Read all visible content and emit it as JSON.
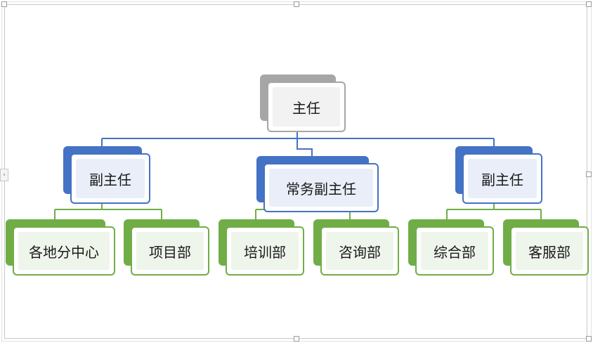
{
  "colors": {
    "gray": "#a6a6a6",
    "gray_fill": "#f2f2f2",
    "blue": "#4472c4",
    "blue_fill": "#e9eef8",
    "green": "#70ad47",
    "green_fill": "#eef5ea"
  },
  "nodes": {
    "root": "主任",
    "deputy_left": "副主任",
    "deputy_center": "常务副主任",
    "deputy_right": "副主任",
    "dept_1": "各地分中心",
    "dept_2": "项目部",
    "dept_3": "培训部",
    "dept_4": "咨询部",
    "dept_5": "综合部",
    "dept_6": "客服部"
  }
}
